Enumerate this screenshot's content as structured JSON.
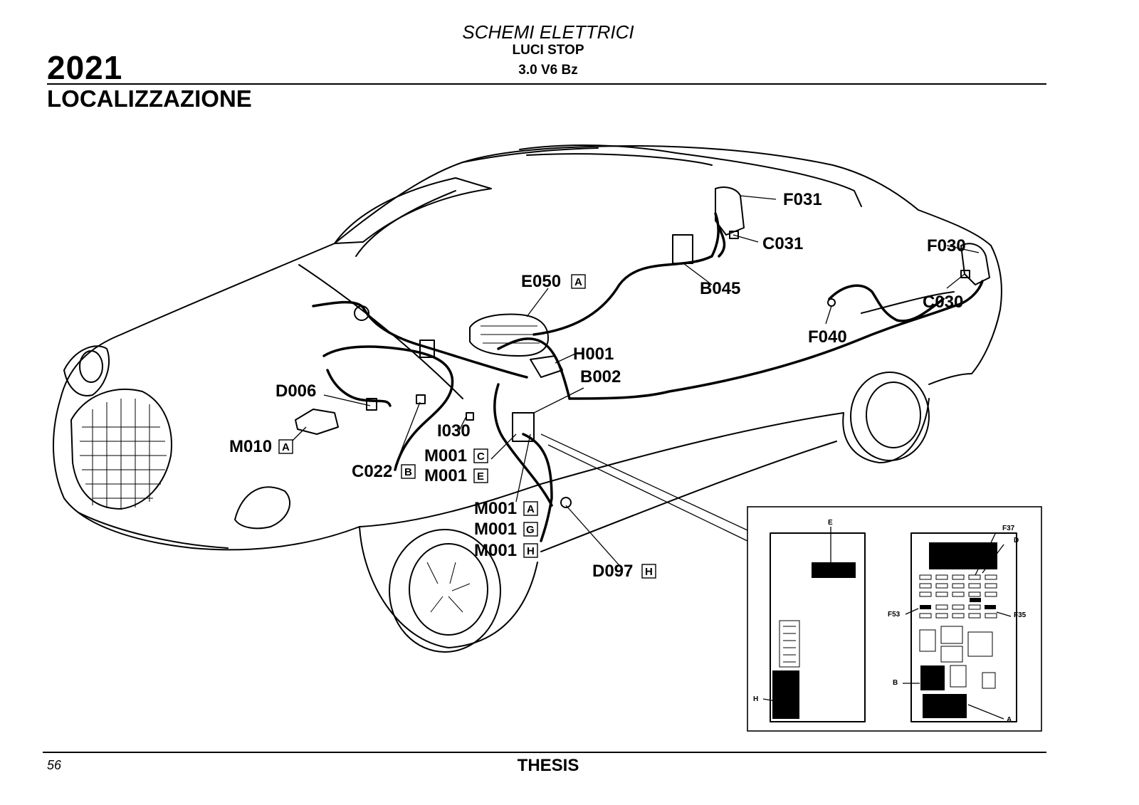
{
  "header": {
    "category": "SCHEMI ELETTRICI",
    "title": "LUCI STOP",
    "engine": "3.0 V6 Bz",
    "code": "2021",
    "section": "LOCALIZZAZIONE"
  },
  "footer": {
    "page_number": "56",
    "model": "THESIS"
  },
  "components": [
    {
      "code": "F031",
      "box": ""
    },
    {
      "code": "C031",
      "box": ""
    },
    {
      "code": "F030",
      "box": ""
    },
    {
      "code": "B045",
      "box": ""
    },
    {
      "code": "E050",
      "box": "A"
    },
    {
      "code": "C030",
      "box": ""
    },
    {
      "code": "F040",
      "box": ""
    },
    {
      "code": "H001",
      "box": ""
    },
    {
      "code": "B002",
      "box": ""
    },
    {
      "code": "D006",
      "box": ""
    },
    {
      "code": "I030",
      "box": ""
    },
    {
      "code": "M010",
      "box": "A"
    },
    {
      "code": "M001",
      "box": "C"
    },
    {
      "code": "C022",
      "box": "B"
    },
    {
      "code": "M001",
      "box": "E"
    },
    {
      "code": "M001",
      "box": "A"
    },
    {
      "code": "M001",
      "box": "G"
    },
    {
      "code": "M001",
      "box": "H"
    },
    {
      "code": "D097",
      "box": "H"
    }
  ],
  "inset_labels": {
    "left_panel": [
      "E",
      "H"
    ],
    "right_panel": [
      "F37",
      "D",
      "F53",
      "F35",
      "B",
      "A"
    ]
  }
}
